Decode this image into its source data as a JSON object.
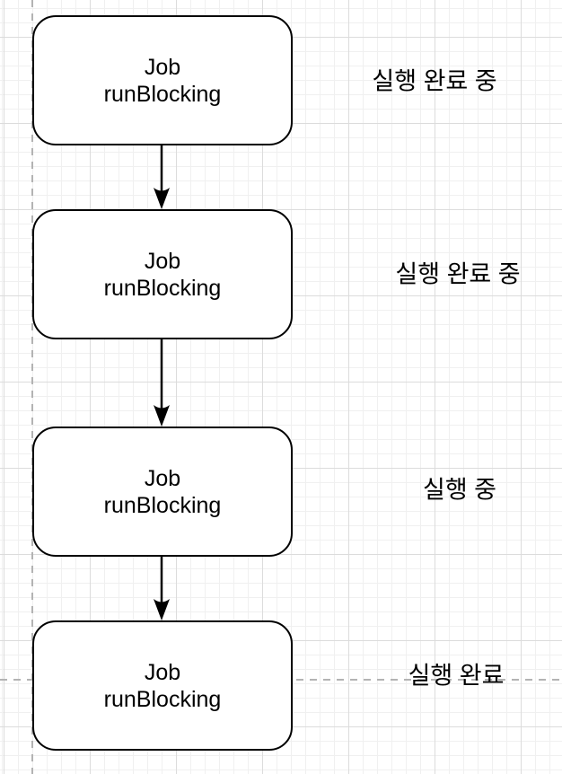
{
  "diagram": {
    "nodes": [
      {
        "title": "Job",
        "subtitle": "runBlocking",
        "status": "실행 완료 중"
      },
      {
        "title": "Job",
        "subtitle": "runBlocking",
        "status": "실행 완료 중"
      },
      {
        "title": "Job",
        "subtitle": "runBlocking",
        "status": "실행 중"
      },
      {
        "title": "Job",
        "subtitle": "runBlocking",
        "status": "실행 완료"
      }
    ],
    "connector_count": 3
  },
  "theme": {
    "canvas-bg": "#ffffff",
    "grid-minor": "#f0f0f0",
    "grid-major": "#dcdcdc",
    "page-divider": "#b3b3b3",
    "node-fill": "#ffffff",
    "node-stroke": "#000000",
    "text-color": "#000000"
  }
}
